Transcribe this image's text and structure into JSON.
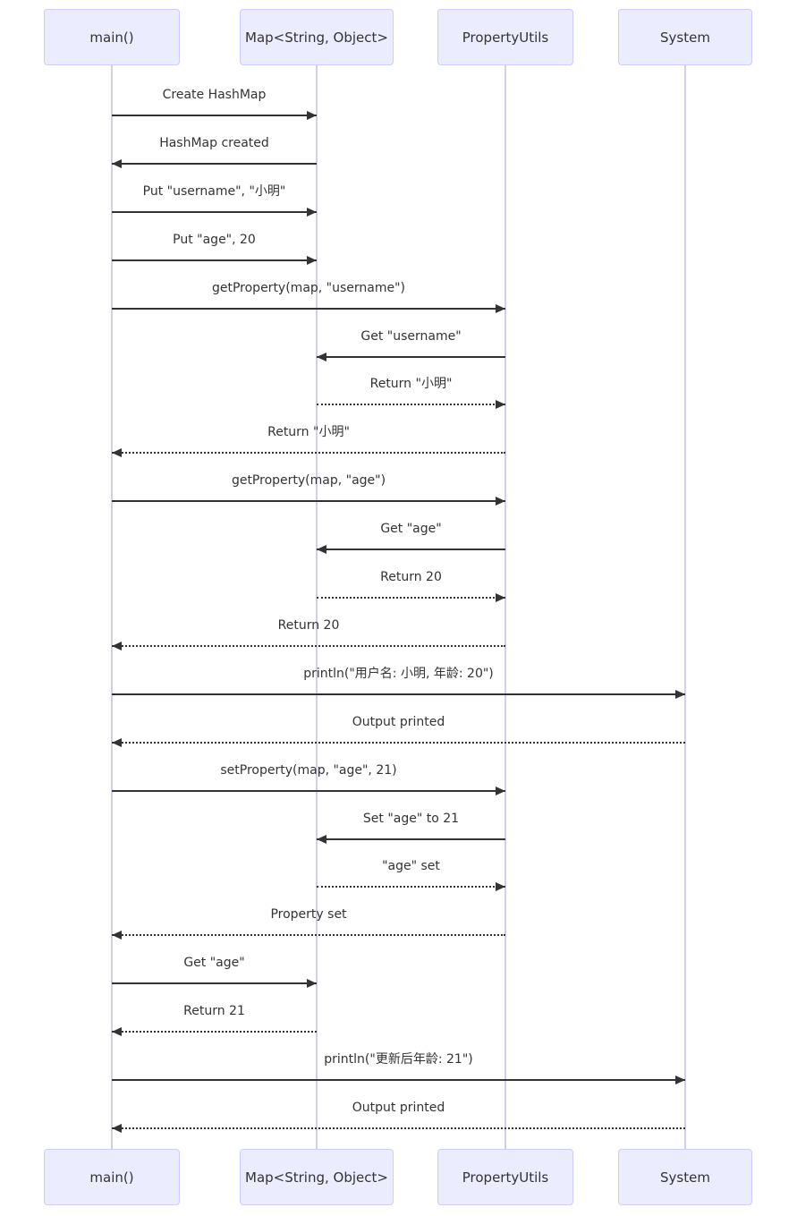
{
  "diagram": {
    "type": "sequence",
    "actors": [
      {
        "id": "main",
        "label": "main()"
      },
      {
        "id": "map",
        "label": "Map<String, Object>"
      },
      {
        "id": "propertyUtils",
        "label": "PropertyUtils"
      },
      {
        "id": "system",
        "label": "System"
      }
    ],
    "messages": [
      {
        "from": "main",
        "to": "map",
        "label": "Create HashMap",
        "line": "solid"
      },
      {
        "from": "map",
        "to": "main",
        "label": "HashMap created",
        "line": "solid"
      },
      {
        "from": "main",
        "to": "map",
        "label": "Put \"username\", \"小明\"",
        "line": "solid"
      },
      {
        "from": "main",
        "to": "map",
        "label": "Put \"age\", 20",
        "line": "solid"
      },
      {
        "from": "main",
        "to": "propertyUtils",
        "label": "getProperty(map, \"username\")",
        "line": "solid"
      },
      {
        "from": "propertyUtils",
        "to": "map",
        "label": "Get \"username\"",
        "line": "solid"
      },
      {
        "from": "map",
        "to": "propertyUtils",
        "label": "Return \"小明\"",
        "line": "dashed"
      },
      {
        "from": "propertyUtils",
        "to": "main",
        "label": "Return \"小明\"",
        "line": "dashed"
      },
      {
        "from": "main",
        "to": "propertyUtils",
        "label": "getProperty(map, \"age\")",
        "line": "solid"
      },
      {
        "from": "propertyUtils",
        "to": "map",
        "label": "Get \"age\"",
        "line": "solid"
      },
      {
        "from": "map",
        "to": "propertyUtils",
        "label": "Return 20",
        "line": "dashed"
      },
      {
        "from": "propertyUtils",
        "to": "main",
        "label": "Return 20",
        "line": "dashed"
      },
      {
        "from": "main",
        "to": "system",
        "label": "println(\"用户名: 小明, 年龄: 20\")",
        "line": "solid"
      },
      {
        "from": "system",
        "to": "main",
        "label": "Output printed",
        "line": "dashed"
      },
      {
        "from": "main",
        "to": "propertyUtils",
        "label": "setProperty(map, \"age\", 21)",
        "line": "solid"
      },
      {
        "from": "propertyUtils",
        "to": "map",
        "label": "Set \"age\" to 21",
        "line": "solid"
      },
      {
        "from": "map",
        "to": "propertyUtils",
        "label": "\"age\" set",
        "line": "dashed"
      },
      {
        "from": "propertyUtils",
        "to": "main",
        "label": "Property set",
        "line": "dashed"
      },
      {
        "from": "main",
        "to": "map",
        "label": "Get \"age\"",
        "line": "solid"
      },
      {
        "from": "map",
        "to": "main",
        "label": "Return 21",
        "line": "dashed"
      },
      {
        "from": "main",
        "to": "system",
        "label": "println(\"更新后年龄: 21\")",
        "line": "solid"
      },
      {
        "from": "system",
        "to": "main",
        "label": "Output printed",
        "line": "dashed"
      }
    ]
  },
  "colors": {
    "background": "#FFFFFF",
    "actor_fill": "#ECECFF",
    "actor_border": "#CCCCFF",
    "lifeline": "#D4CEEC",
    "arrow": "#333333",
    "text": "#333333"
  }
}
